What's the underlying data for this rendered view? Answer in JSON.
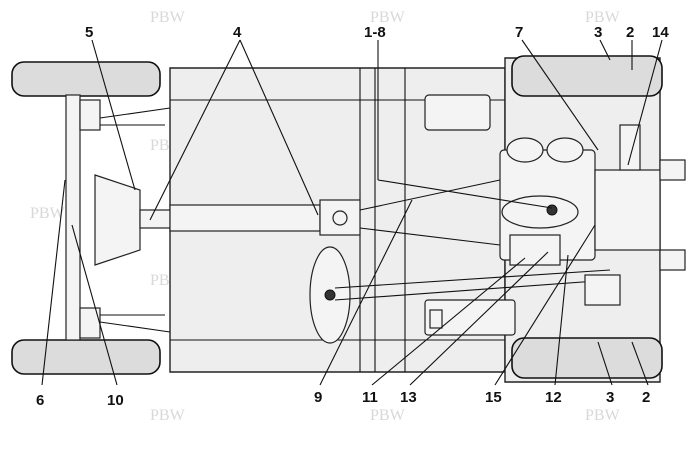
{
  "watermark": "PBW",
  "callouts": {
    "top": [
      "5",
      "4",
      "1-8",
      "7",
      "3",
      "2",
      "14"
    ],
    "bottom": [
      "6",
      "10",
      "9",
      "11",
      "13",
      "15",
      "12",
      "3",
      "2"
    ]
  }
}
